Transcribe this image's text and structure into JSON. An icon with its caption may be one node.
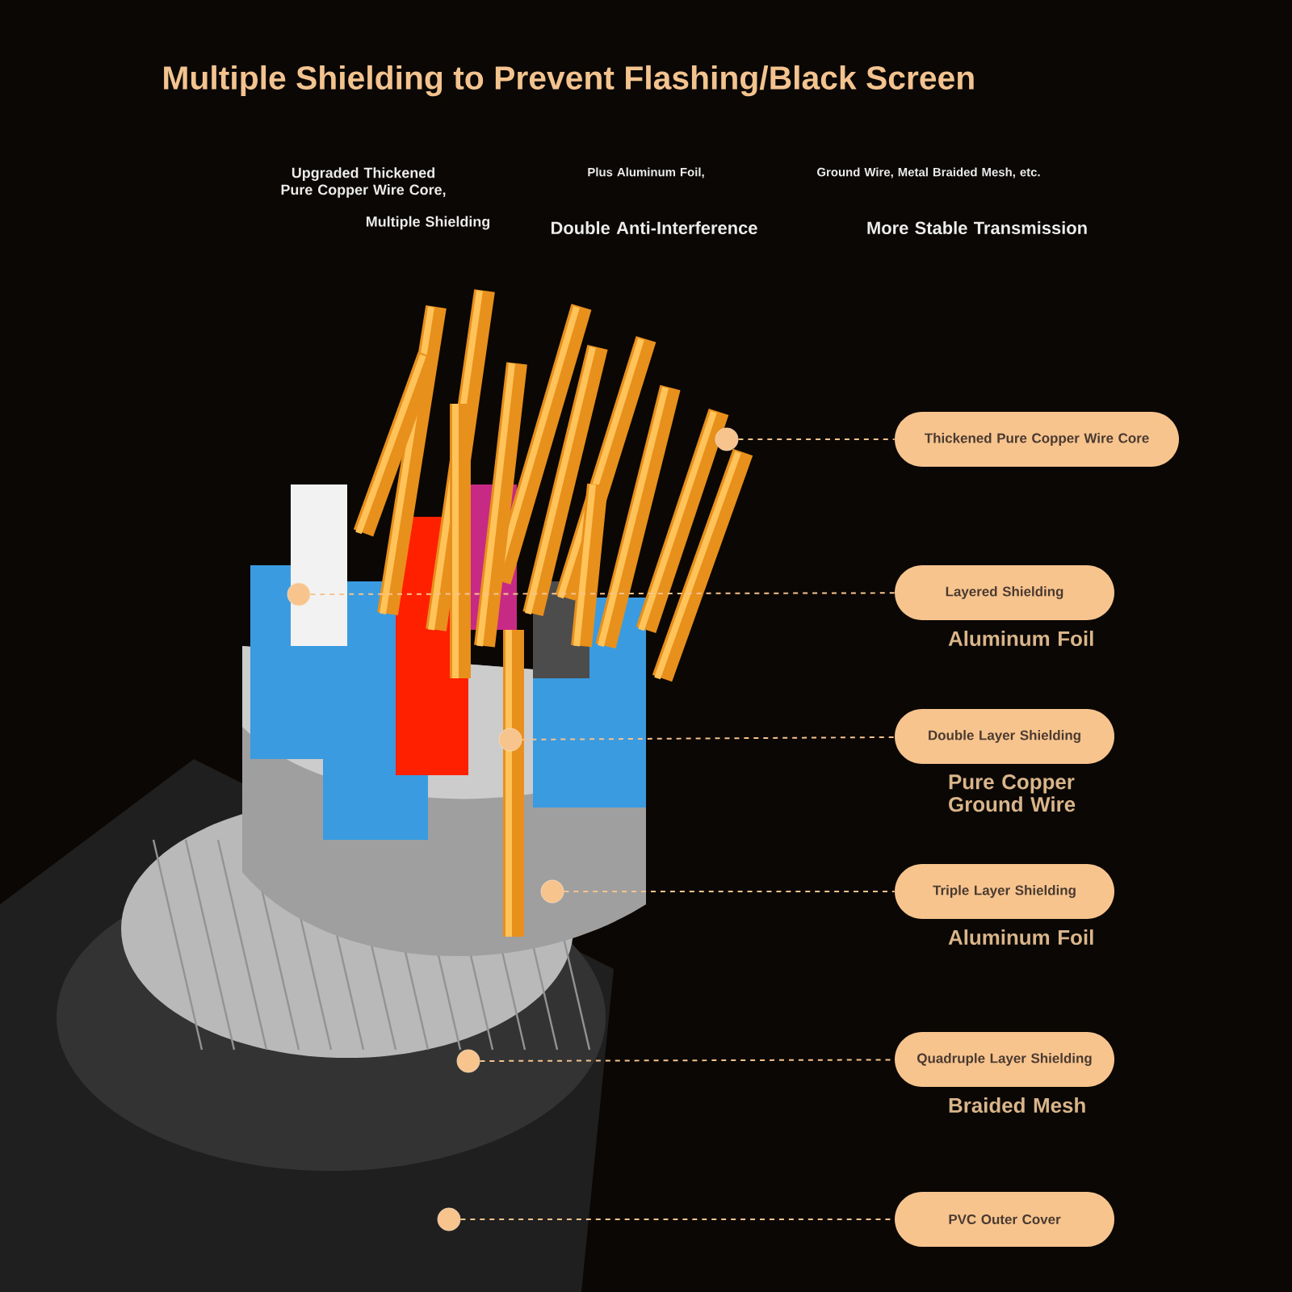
{
  "diagram": {
    "title": "Multiple Shielding to Prevent Flashing/Black Screen",
    "nodes": [
      {
        "text": [],
        "shape": "circle"
      },
      {
        "text": [],
        "shape": "circle"
      },
      {
        "text": [],
        "shape": "circle"
      },
      {
        "text": [],
        "shape": "circle"
      },
      {
        "text": [],
        "shape": "circle"
      },
      {
        "text": [],
        "shape": "circle"
      },
      {
        "text": [
          "Thickened Pure Copper Wire Core"
        ]
      },
      {
        "text": [
          "Layered Shielding"
        ],
        "beside": [
          "Aluminum Foil"
        ]
      },
      {
        "text": [
          "Double Layer Shielding"
        ],
        "beside": [
          "Pure Copper Ground Wire"
        ]
      },
      {
        "text": [
          "Triple Layer Shielding"
        ],
        "beside": [
          "Aluminum Foil"
        ]
      },
      {
        "text": [
          "Quadruple Layer Shielding"
        ],
        "beside": [
          "Braided Mesh"
        ]
      },
      {
        "text": [
          "PVC Outer Cover"
        ]
      }
    ],
    "edges": [
      {
        "from": 0,
        "to": 6,
        "arrow": "none"
      },
      {
        "from": 1,
        "to": 7,
        "arrow": "none"
      },
      {
        "from": 2,
        "to": 8,
        "arrow": "none"
      },
      {
        "from": 3,
        "to": 9,
        "arrow": "none"
      },
      {
        "from": 4,
        "to": 10,
        "arrow": "none"
      },
      {
        "from": 5,
        "to": 11,
        "arrow": "none"
      }
    ],
    "labels": [
      "Upgraded Thickened Pure Copper Wire Core,",
      "Plus Aluminum Foil,",
      "Ground Wire, Metal Braided Mesh, etc.",
      "Multiple Shielding",
      "Double Anti-Interference",
      "More Stable Transmission"
    ]
  }
}
